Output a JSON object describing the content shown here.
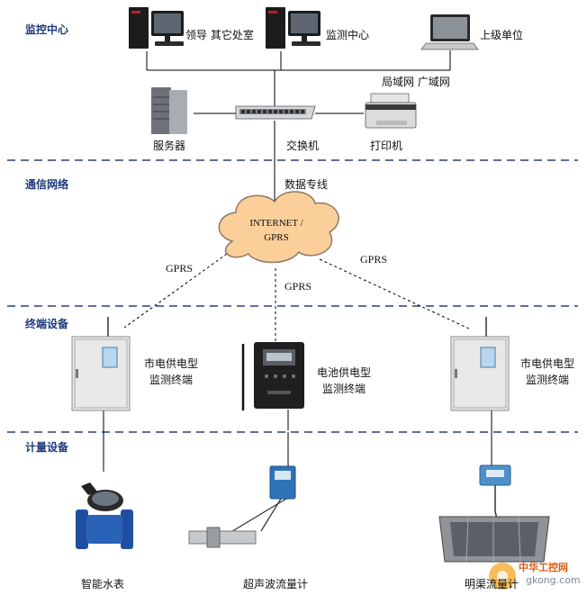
{
  "sections": {
    "monitoring_center": "监控中心",
    "communication_network": "通信网络",
    "terminal_devices": "终端设备",
    "metering_devices": "计量设备"
  },
  "nodes": {
    "pc_leader": "领导 其它处室",
    "pc_monitor": "监测中心",
    "laptop_superior": "上级单位",
    "lan_wan": "局域网 广域网",
    "server": "服务器",
    "switch": "交换机",
    "printer": "打印机",
    "data_line": "数据专线",
    "cloud_line1": "INTERNET /",
    "cloud_line2": "GPRS",
    "gprs_left": "GPRS",
    "gprs_center": "GPRS",
    "gprs_right": "GPRS",
    "terminal_left_line1": "市电供电型",
    "terminal_left_line2": "监测终端",
    "terminal_center_line1": "电池供电型",
    "terminal_center_line2": "监测终端",
    "terminal_right_line1": "市电供电型",
    "terminal_right_line2": "监测终端",
    "water_meter": "智能水表",
    "ultrasonic_meter": "超声波流量计",
    "channel_meter": "明渠流量计"
  },
  "watermark": {
    "line1": "中华工控网",
    "line2": "gkong.com"
  },
  "colors": {
    "section_text": "#1f3a7a",
    "dashed_divider": "#2b3f7a",
    "cloud_fill": "#fbcf9a",
    "cloud_stroke": "#8a7a66",
    "cabinet": "#e8e8e8",
    "pc_dark": "#1c1c1c",
    "watermark": "#e05a10"
  }
}
